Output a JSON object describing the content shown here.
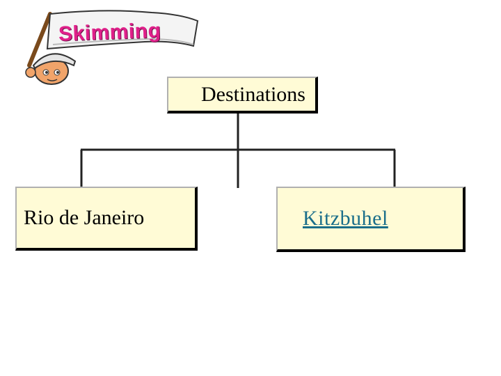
{
  "badge": {
    "label": "Skimming",
    "icon": "explorer-mascot-icon"
  },
  "diagram": {
    "root": "Destinations",
    "children": [
      {
        "label": "Rio de Janeiro",
        "is_link": false
      },
      {
        "label": "Kitzbuhel",
        "is_link": true
      }
    ]
  },
  "colors": {
    "box_fill": "#fffbd6",
    "badge_text": "#e0208a",
    "link": "#1a6e8a"
  }
}
